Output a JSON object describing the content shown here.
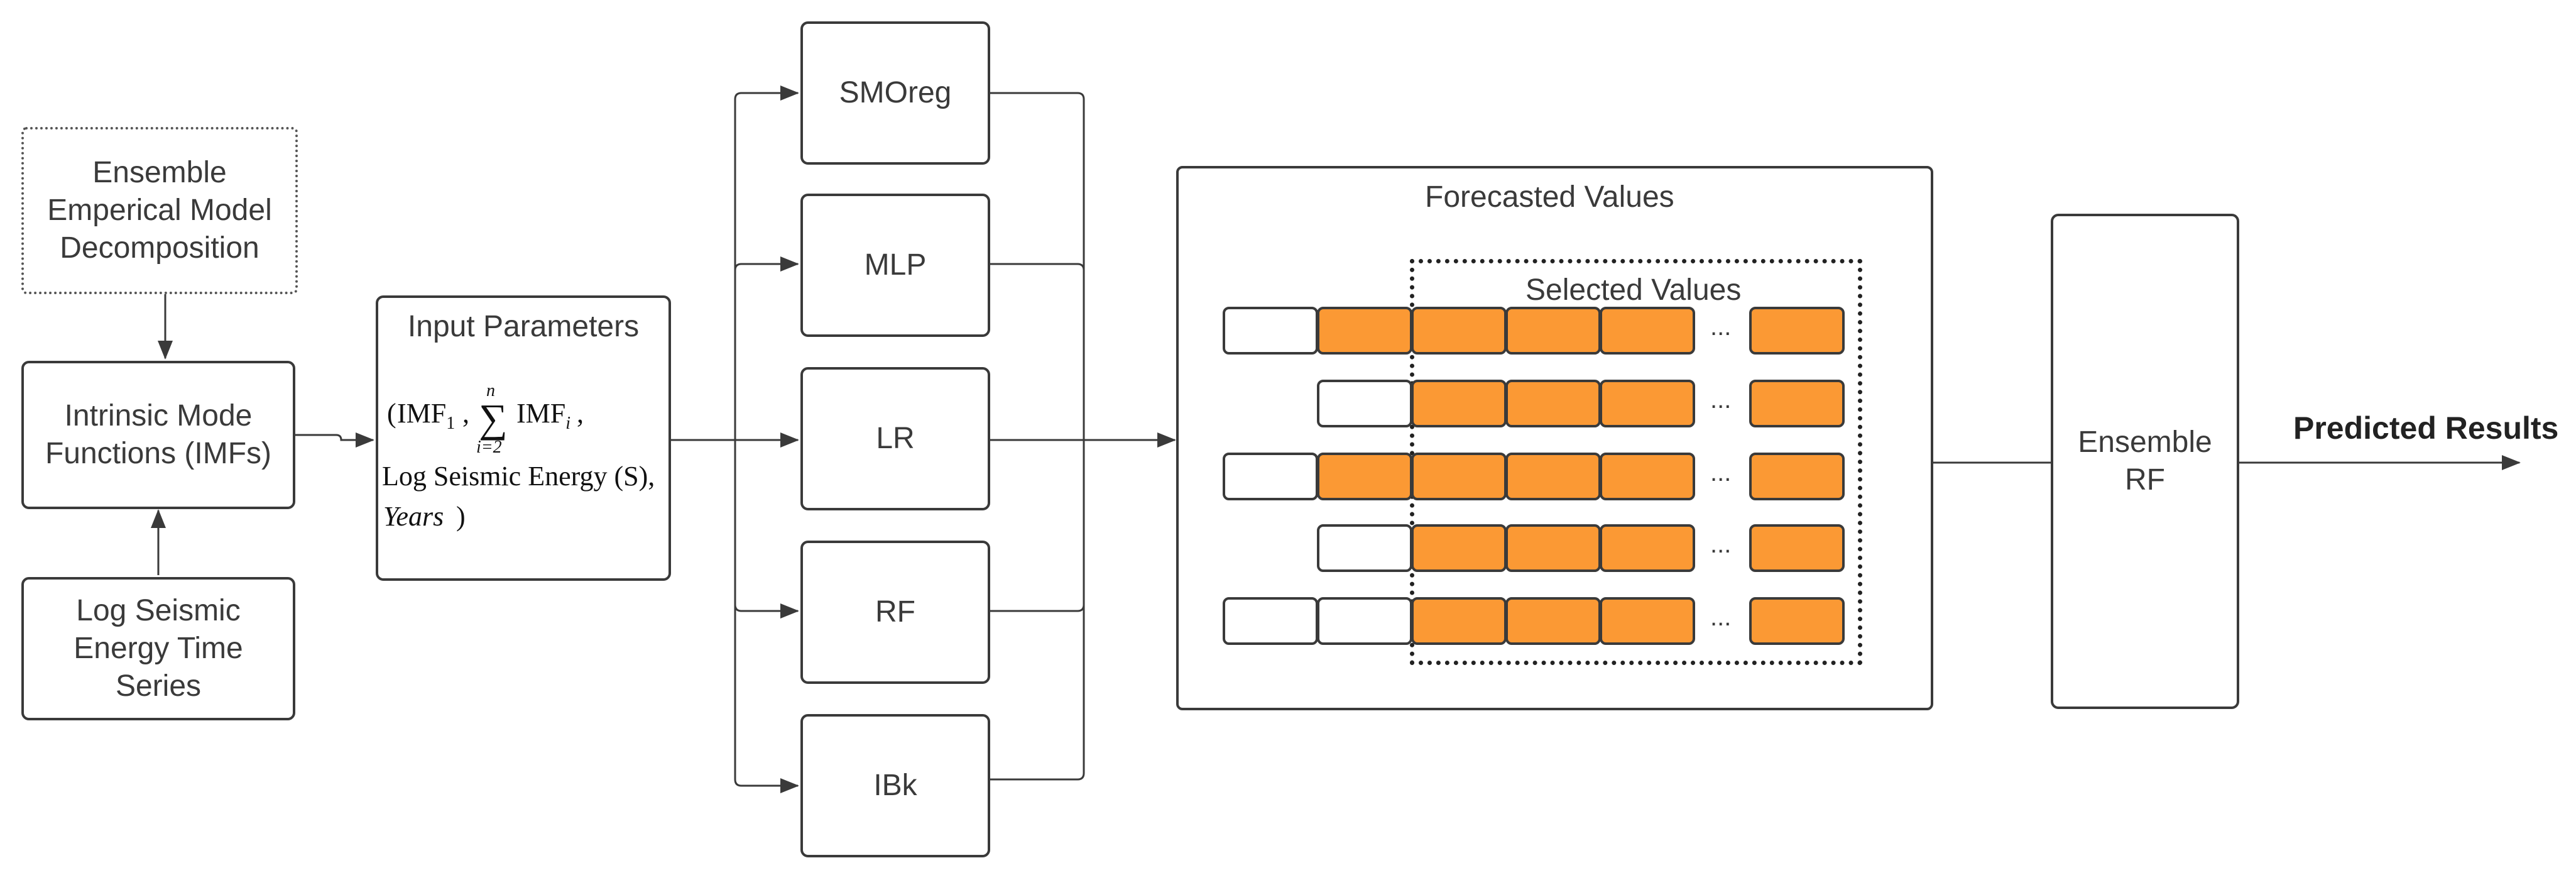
{
  "colors": {
    "line": "#3a3a3a",
    "filled_cell": "#fb9934",
    "empty_cell": "#ffffff"
  },
  "nodes": {
    "eemd": "Ensemble\nEmperical Model\nDecomposition",
    "imfs": "Intrinsic Mode\nFunctions (IMFs)",
    "log_series": "Log Seismic\nEnergy Time\nSeries",
    "input_title": "Input Parameters",
    "models": [
      "SMOreg",
      "MLP",
      "LR",
      "RF",
      "IBk"
    ],
    "forecast_title": "Forecasted Values",
    "selected_title": "Selected Values",
    "ensemble": "Ensemble\nRF",
    "predicted": "Predicted Results"
  },
  "formula": {
    "open_paren": "(",
    "imf1": "IMF",
    "imf1_sub": "1",
    "comma1": ",",
    "sum_upper": "n",
    "sum_lower": "i=2",
    "sum_symbol": "∑",
    "imfi": "IMF",
    "imfi_sub": "i",
    "comma2": ",",
    "line2": "Log Seismic Energy (S),",
    "line3": "Years",
    "close_paren": ")"
  },
  "grid": {
    "ellipsis": "...",
    "rows": [
      [
        "empty",
        "filled",
        "filled",
        "filled",
        "filled",
        "filled"
      ],
      [
        "none",
        "empty",
        "filled",
        "filled",
        "filled",
        "filled"
      ],
      [
        "empty",
        "filled",
        "filled",
        "filled",
        "filled",
        "filled"
      ],
      [
        "none",
        "empty",
        "filled",
        "filled",
        "filled",
        "filled"
      ],
      [
        "empty",
        "empty",
        "filled",
        "filled",
        "filled",
        "filled"
      ]
    ]
  }
}
